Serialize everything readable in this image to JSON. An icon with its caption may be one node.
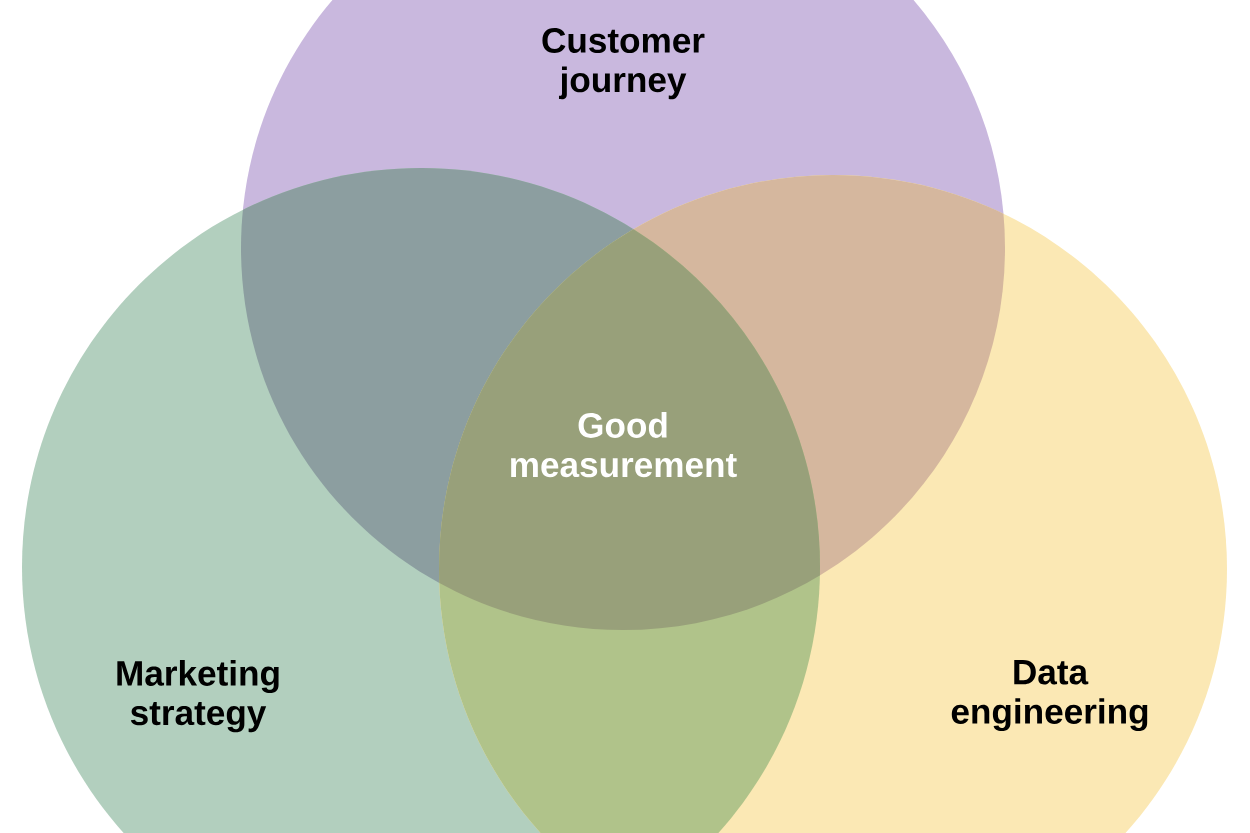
{
  "diagram": {
    "nodes": [
      {
        "text": [
          "Customer journey"
        ]
      },
      {
        "text": [
          "Marketing strategy"
        ]
      },
      {
        "text": [
          "Data engineering"
        ]
      }
    ],
    "labels": [
      "Good measurement"
    ]
  }
}
